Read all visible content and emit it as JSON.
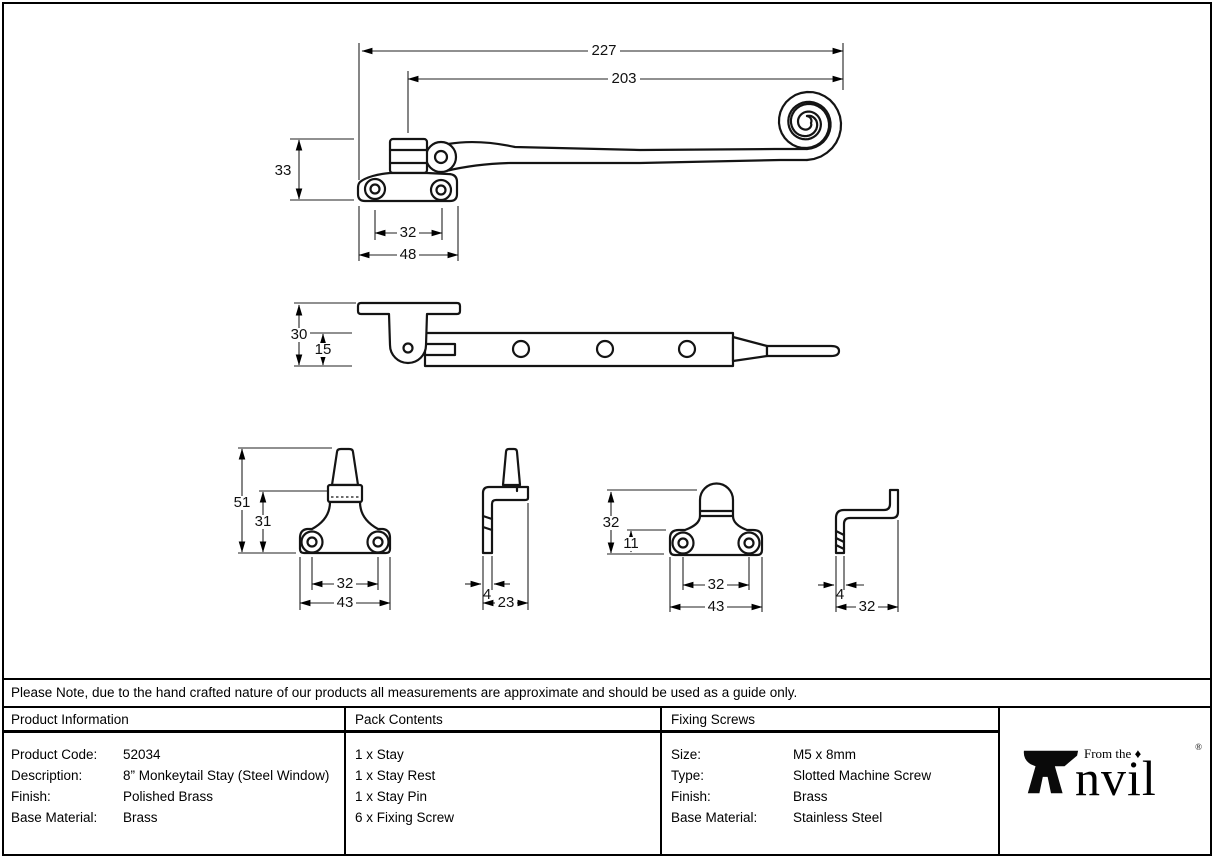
{
  "note": "Please Note, due to the hand crafted nature of our products all measurements are approximate and should be used as a guide only.",
  "dims": {
    "stay": {
      "overall": "227",
      "arm": "203",
      "height": "33",
      "holes": "32",
      "base": "48"
    },
    "channel": {
      "overall": "30",
      "bar": "15"
    },
    "pin_front": {
      "overall": "51",
      "body": "31",
      "holes": "32",
      "base": "43"
    },
    "pin_side": {
      "thickness": "4",
      "depth": "23"
    },
    "rest_front": {
      "overall": "32",
      "body": "11",
      "holes": "32",
      "base": "43"
    },
    "rest_side": {
      "thickness": "4",
      "depth": "32"
    }
  },
  "table": {
    "product_information": {
      "header": "Product Information",
      "rows": [
        {
          "label": "Product Code:",
          "value": "52034"
        },
        {
          "label": "Description:",
          "value": "8” Monkeytail Stay (Steel Window)"
        },
        {
          "label": "Finish:",
          "value": "Polished Brass"
        },
        {
          "label": "Base Material:",
          "value": "Brass"
        }
      ]
    },
    "pack_contents": {
      "header": "Pack Contents",
      "items": [
        "1 x Stay",
        "1 x Stay Rest",
        "1 x Stay Pin",
        "6 x Fixing Screw"
      ]
    },
    "fixing_screws": {
      "header": "Fixing Screws",
      "rows": [
        {
          "label": "Size:",
          "value": "M5 x 8mm"
        },
        {
          "label": "Type:",
          "value": "Slotted Machine Screw"
        },
        {
          "label": "Finish:",
          "value": "Brass"
        },
        {
          "label": "Base Material:",
          "value": "Stainless Steel"
        }
      ]
    }
  },
  "logo": {
    "prefix": "From the",
    "diamond": "♦",
    "name": "Anvil",
    "name_rest": "nvil",
    "registered": "®"
  },
  "colors": {
    "ink": "#141414",
    "paper": "#ffffff"
  }
}
